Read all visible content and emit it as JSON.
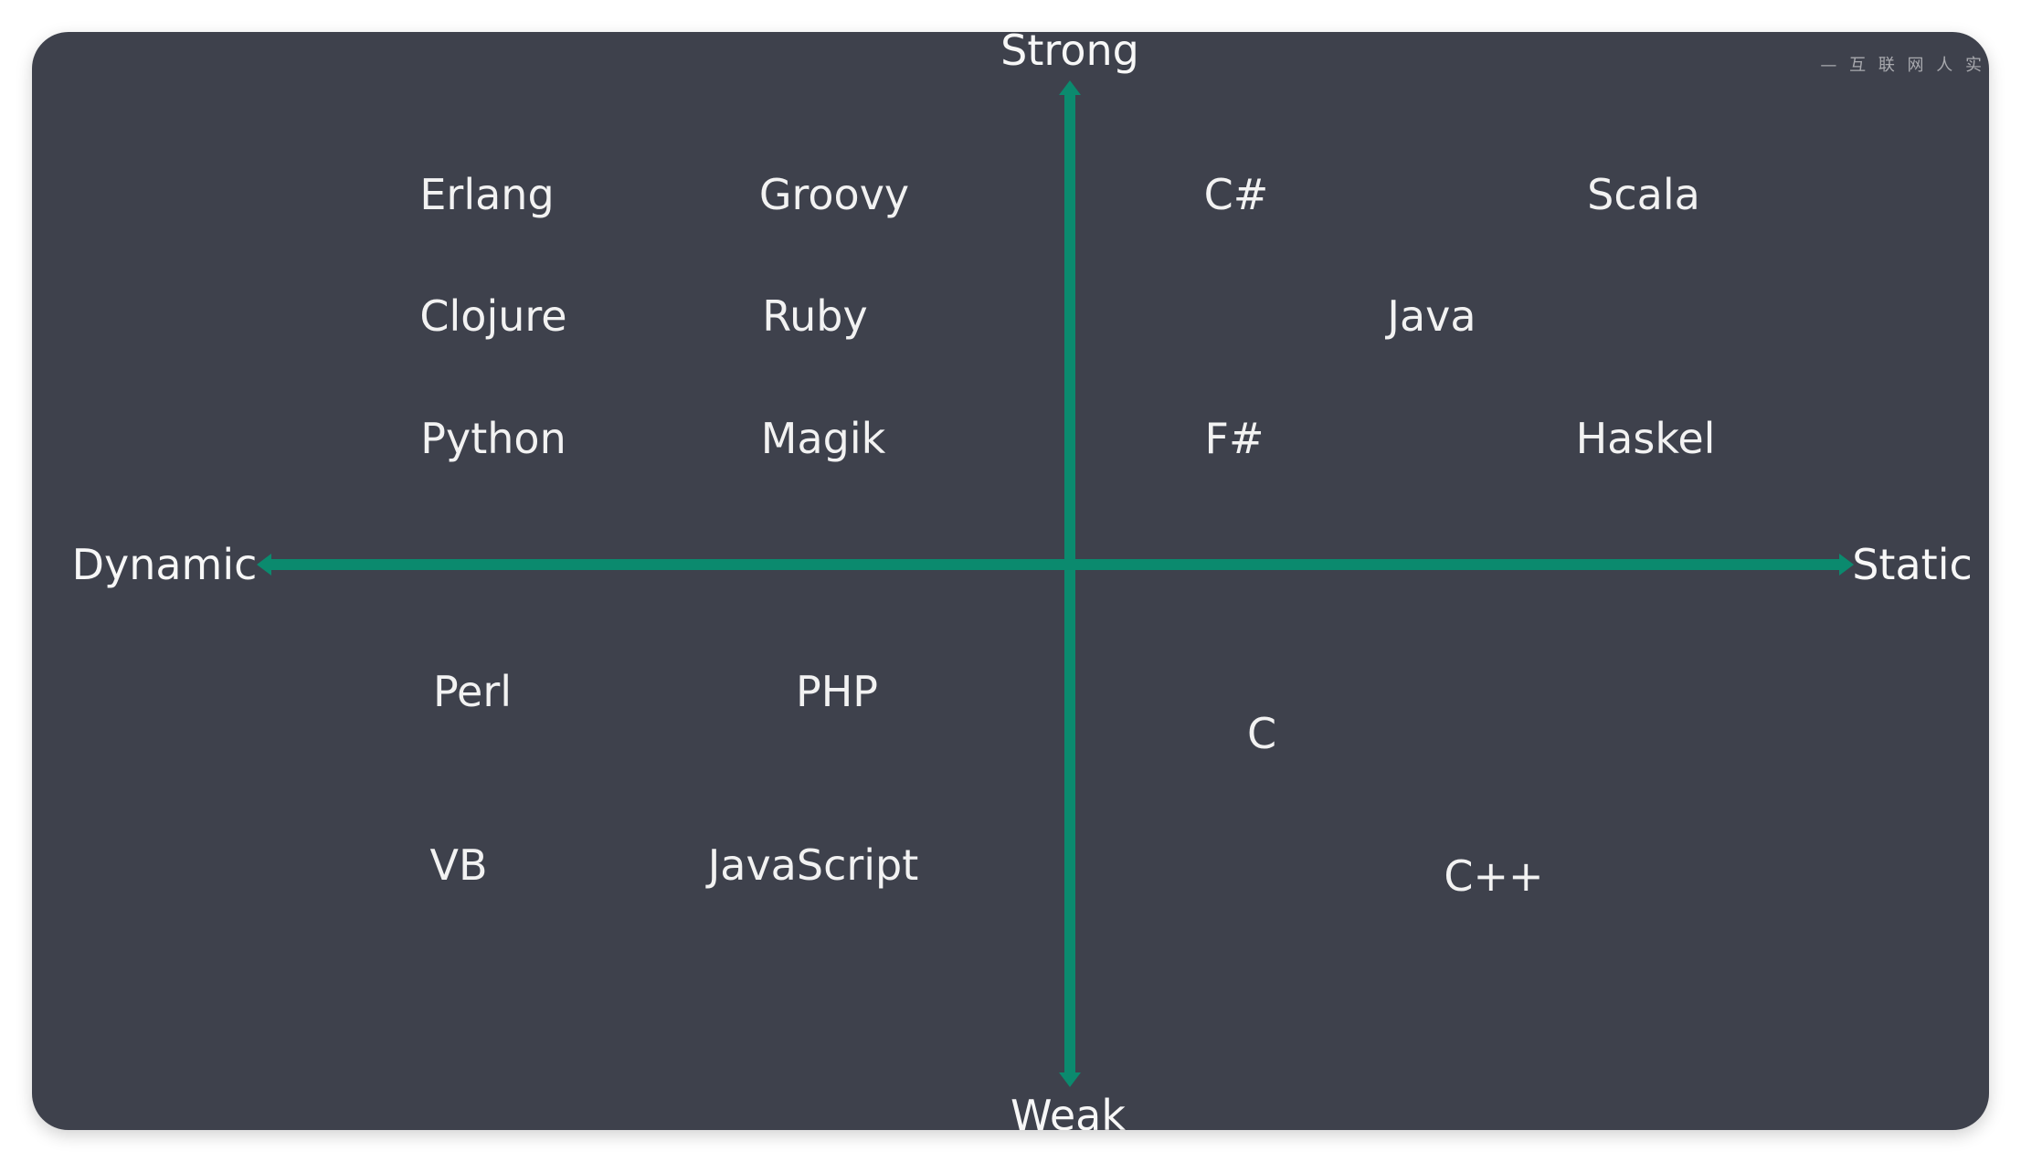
{
  "axes": {
    "top": "Strong",
    "bottom": "Weak",
    "left": "Dynamic",
    "right": "Static",
    "color": "#0b8a6e"
  },
  "languages": {
    "erlang": "Erlang",
    "groovy": "Groovy",
    "csharp": "C#",
    "scala": "Scala",
    "clojure": "Clojure",
    "ruby": "Ruby",
    "java": "Java",
    "python": "Python",
    "magik": "Magik",
    "fsharp": "F#",
    "haskel": "Haskel",
    "perl": "Perl",
    "php": "PHP",
    "c": "C",
    "vb": "VB",
    "javascript": "JavaScript",
    "cpp": "C++"
  },
  "watermark": "— 互 联 网 人 实"
}
